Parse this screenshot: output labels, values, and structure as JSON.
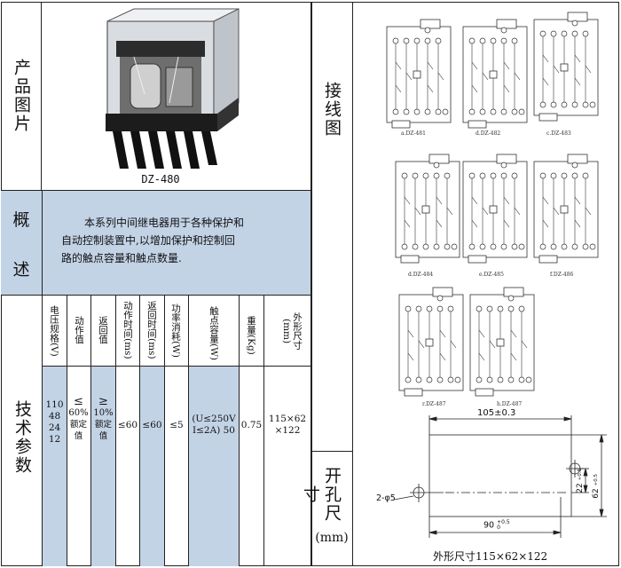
{
  "left": {
    "photo_label": "产品图片",
    "product_name": "DZ-480",
    "overview_label_1": "概",
    "overview_label_2": "述",
    "overview_line1": "本系列中间继电器用于各种保护和",
    "overview_line2": "自动控制装置中,以增加保护和控制回",
    "overview_line3": "路的触点容量和触点数量.",
    "tech_label": "技术参数",
    "headers": [
      "电压规格(V)",
      "动作值",
      "返回值",
      "动作时间(ms)",
      "返回时间(ms)",
      "功率消耗(W)",
      "触点容量(W)",
      "重量(Kg)",
      "外形尺寸(mm)"
    ],
    "values": {
      "voltage": [
        "110",
        "48",
        "24",
        "12"
      ],
      "action_sym": "≤",
      "action_pct": "60%",
      "action_txt": "额定值",
      "return_sym": "≥",
      "return_pct": "10%",
      "return_txt": "额定值",
      "action_time": "≤60",
      "return_time": "≤60",
      "power": "≤5",
      "contact_1": "(U≤250V",
      "contact_2": "I≤2A) 50",
      "weight": "0.75",
      "dim_1": "115×62",
      "dim_2": "×122"
    }
  },
  "right": {
    "wiring_label": "接线图",
    "cutout_label": "开孔尺寸",
    "cutout_unit": "(mm)",
    "diagrams": [
      "a.DZ-481",
      "d.DZ-482",
      "c.DZ-483",
      "d.DZ-484",
      "e.DZ-485",
      "f.DZ-486",
      "r.DZ-487",
      "h.DZ-487"
    ],
    "dim_width": "105±0.3",
    "dim_hole": "2-φ5",
    "dim_pitch": "90",
    "dim_pitch_tol": "+0.5",
    "dim_pitch_tol2": "0",
    "dim_small": "22",
    "dim_small_tol": "+0.5",
    "dim_small_tol2": "0",
    "dim_height": "62",
    "dim_height_tol": "+0.5",
    "dim_height_tol2": "0",
    "footer": "外形尺寸115×62×122"
  }
}
